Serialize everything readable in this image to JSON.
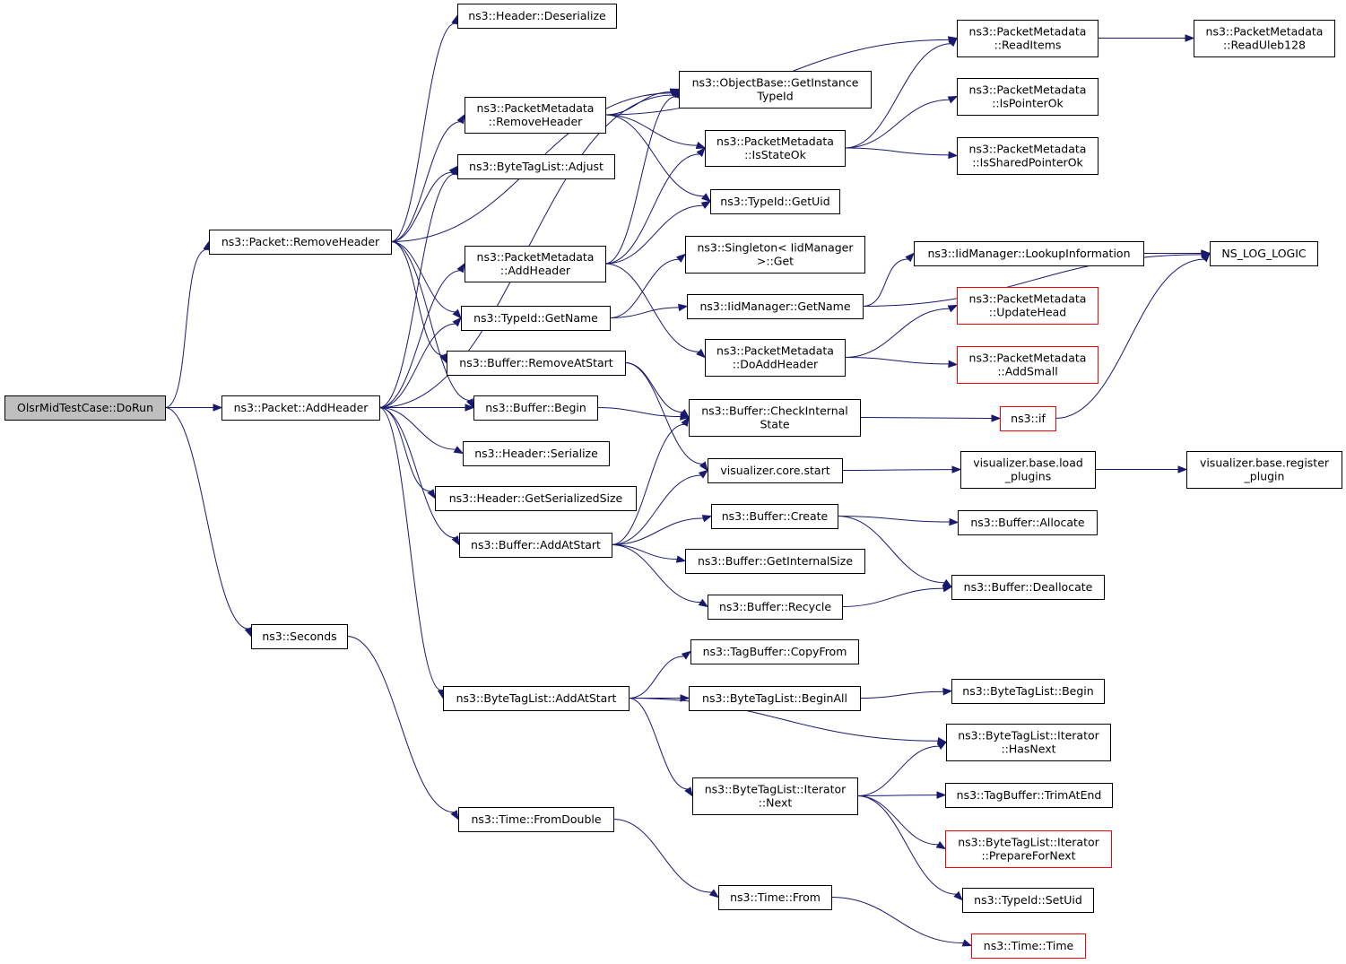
{
  "colors": {
    "edge": "#191970",
    "root_fill": "#bfbfbf",
    "truncated_border": "#ff0000",
    "node_border": "#000000"
  },
  "nodes": [
    {
      "id": "dorun",
      "lines": [
        "OlsrMidTestCase::DoRun"
      ],
      "root": true
    },
    {
      "id": "removeheader",
      "lines": [
        "ns3::Packet::RemoveHeader"
      ]
    },
    {
      "id": "addheader",
      "lines": [
        "ns3::Packet::AddHeader"
      ]
    },
    {
      "id": "seconds",
      "lines": [
        "ns3::Seconds"
      ]
    },
    {
      "id": "hdr_deser",
      "lines": [
        "ns3::Header::Deserialize"
      ]
    },
    {
      "id": "pm_remove",
      "lines": [
        "ns3::PacketMetadata",
        "::RemoveHeader"
      ]
    },
    {
      "id": "btl_adjust",
      "lines": [
        "ns3::ByteTagList::Adjust"
      ]
    },
    {
      "id": "pm_add",
      "lines": [
        "ns3::PacketMetadata",
        "::AddHeader"
      ]
    },
    {
      "id": "tid_getname",
      "lines": [
        "ns3::TypeId::GetName"
      ]
    },
    {
      "id": "buf_removeatstart",
      "lines": [
        "ns3::Buffer::RemoveAtStart"
      ]
    },
    {
      "id": "buf_begin",
      "lines": [
        "ns3::Buffer::Begin"
      ]
    },
    {
      "id": "hdr_serialize",
      "lines": [
        "ns3::Header::Serialize"
      ]
    },
    {
      "id": "hdr_getsize",
      "lines": [
        "ns3::Header::GetSerializedSize"
      ]
    },
    {
      "id": "buf_addatstart",
      "lines": [
        "ns3::Buffer::AddAtStart"
      ]
    },
    {
      "id": "btl_addatstart",
      "lines": [
        "ns3::ByteTagList::AddAtStart"
      ]
    },
    {
      "id": "time_fromdouble",
      "lines": [
        "ns3::Time::FromDouble"
      ]
    },
    {
      "id": "ob_getinst",
      "lines": [
        "ns3::ObjectBase::GetInstance",
        "TypeId"
      ]
    },
    {
      "id": "pm_isstateok",
      "lines": [
        "ns3::PacketMetadata",
        "::IsStateOk"
      ]
    },
    {
      "id": "tid_getuid",
      "lines": [
        "ns3::TypeId::GetUid"
      ]
    },
    {
      "id": "singleton_get",
      "lines": [
        "ns3::Singleton< IidManager",
        " >::Get"
      ]
    },
    {
      "id": "iid_getname",
      "lines": [
        "ns3::IidManager::GetName"
      ]
    },
    {
      "id": "pm_doadd",
      "lines": [
        "ns3::PacketMetadata",
        "::DoAddHeader"
      ]
    },
    {
      "id": "buf_checkinternal",
      "lines": [
        "ns3::Buffer::CheckInternal",
        "State"
      ]
    },
    {
      "id": "vis_start",
      "lines": [
        "visualizer.core.start"
      ]
    },
    {
      "id": "buf_create",
      "lines": [
        "ns3::Buffer::Create"
      ]
    },
    {
      "id": "buf_getinternalsize",
      "lines": [
        "ns3::Buffer::GetInternalSize"
      ]
    },
    {
      "id": "buf_recycle",
      "lines": [
        "ns3::Buffer::Recycle"
      ]
    },
    {
      "id": "tb_copyfrom",
      "lines": [
        "ns3::TagBuffer::CopyFrom"
      ]
    },
    {
      "id": "btl_beginall",
      "lines": [
        "ns3::ByteTagList::BeginAll"
      ]
    },
    {
      "id": "btl_it_next",
      "lines": [
        "ns3::ByteTagList::Iterator",
        "::Next"
      ]
    },
    {
      "id": "time_from",
      "lines": [
        "ns3::Time::From"
      ]
    },
    {
      "id": "pm_readitems",
      "lines": [
        "ns3::PacketMetadata",
        "::ReadItems"
      ]
    },
    {
      "id": "pm_ispointerok",
      "lines": [
        "ns3::PacketMetadata",
        "::IsPointerOk"
      ]
    },
    {
      "id": "pm_issharedptrok",
      "lines": [
        "ns3::PacketMetadata",
        "::IsSharedPointerOk"
      ]
    },
    {
      "id": "iid_lookup",
      "lines": [
        "ns3::IidManager::LookupInformation"
      ]
    },
    {
      "id": "pm_updatehead",
      "lines": [
        "ns3::PacketMetadata",
        "::UpdateHead"
      ],
      "truncated": true
    },
    {
      "id": "pm_addsmall",
      "lines": [
        "ns3::PacketMetadata",
        "::AddSmall"
      ],
      "truncated": true
    },
    {
      "id": "ns3_if",
      "lines": [
        "ns3::if"
      ],
      "truncated": true
    },
    {
      "id": "vis_loadplugins",
      "lines": [
        "visualizer.base.load",
        "_plugins"
      ]
    },
    {
      "id": "buf_allocate",
      "lines": [
        "ns3::Buffer::Allocate"
      ]
    },
    {
      "id": "buf_deallocate",
      "lines": [
        "ns3::Buffer::Deallocate"
      ]
    },
    {
      "id": "btl_begin",
      "lines": [
        "ns3::ByteTagList::Begin"
      ]
    },
    {
      "id": "btl_it_hasnext",
      "lines": [
        "ns3::ByteTagList::Iterator",
        "::HasNext"
      ]
    },
    {
      "id": "tb_trimatend",
      "lines": [
        "ns3::TagBuffer::TrimAtEnd"
      ]
    },
    {
      "id": "btl_it_prepare",
      "lines": [
        "ns3::ByteTagList::Iterator",
        "::PrepareForNext"
      ],
      "truncated": true
    },
    {
      "id": "tid_setuid",
      "lines": [
        "ns3::TypeId::SetUid"
      ]
    },
    {
      "id": "time_time",
      "lines": [
        "ns3::Time::Time"
      ],
      "truncated": true
    },
    {
      "id": "pm_readuleb",
      "lines": [
        "ns3::PacketMetadata",
        "::ReadUleb128"
      ]
    },
    {
      "id": "ns_log_logic",
      "lines": [
        "NS_LOG_LOGIC"
      ]
    },
    {
      "id": "vis_register",
      "lines": [
        "visualizer.base.register",
        "_plugin"
      ]
    }
  ],
  "edges": [
    [
      "dorun",
      "removeheader"
    ],
    [
      "dorun",
      "addheader"
    ],
    [
      "dorun",
      "seconds"
    ],
    [
      "removeheader",
      "hdr_deser"
    ],
    [
      "removeheader",
      "ob_getinst"
    ],
    [
      "removeheader",
      "pm_remove"
    ],
    [
      "removeheader",
      "btl_adjust"
    ],
    [
      "removeheader",
      "tid_getname"
    ],
    [
      "removeheader",
      "buf_removeatstart"
    ],
    [
      "removeheader",
      "buf_begin"
    ],
    [
      "addheader",
      "ob_getinst"
    ],
    [
      "addheader",
      "btl_adjust"
    ],
    [
      "addheader",
      "pm_add"
    ],
    [
      "addheader",
      "tid_getname"
    ],
    [
      "addheader",
      "buf_begin"
    ],
    [
      "addheader",
      "hdr_serialize"
    ],
    [
      "addheader",
      "hdr_getsize"
    ],
    [
      "addheader",
      "buf_addatstart"
    ],
    [
      "addheader",
      "btl_addatstart"
    ],
    [
      "seconds",
      "time_fromdouble"
    ],
    [
      "pm_remove",
      "pm_readitems"
    ],
    [
      "pm_remove",
      "ob_getinst"
    ],
    [
      "pm_remove",
      "pm_isstateok"
    ],
    [
      "pm_remove",
      "tid_getuid"
    ],
    [
      "pm_add",
      "ob_getinst"
    ],
    [
      "pm_add",
      "pm_isstateok"
    ],
    [
      "pm_add",
      "tid_getuid"
    ],
    [
      "pm_add",
      "pm_doadd"
    ],
    [
      "tid_getname",
      "singleton_get"
    ],
    [
      "tid_getname",
      "iid_getname"
    ],
    [
      "buf_removeatstart",
      "buf_checkinternal"
    ],
    [
      "buf_removeatstart",
      "vis_start"
    ],
    [
      "buf_begin",
      "buf_checkinternal"
    ],
    [
      "buf_addatstart",
      "buf_checkinternal"
    ],
    [
      "buf_addatstart",
      "vis_start"
    ],
    [
      "buf_addatstart",
      "buf_create"
    ],
    [
      "buf_addatstart",
      "buf_getinternalsize"
    ],
    [
      "buf_addatstart",
      "buf_recycle"
    ],
    [
      "btl_addatstart",
      "tb_copyfrom"
    ],
    [
      "btl_addatstart",
      "btl_beginall"
    ],
    [
      "btl_addatstart",
      "btl_it_hasnext"
    ],
    [
      "btl_addatstart",
      "btl_it_next"
    ],
    [
      "time_fromdouble",
      "time_from"
    ],
    [
      "pm_isstateok",
      "pm_readitems"
    ],
    [
      "pm_isstateok",
      "pm_ispointerok"
    ],
    [
      "pm_isstateok",
      "pm_issharedptrok"
    ],
    [
      "iid_getname",
      "ns_log_logic"
    ],
    [
      "iid_getname",
      "iid_lookup"
    ],
    [
      "pm_doadd",
      "pm_updatehead"
    ],
    [
      "pm_doadd",
      "pm_addsmall"
    ],
    [
      "buf_checkinternal",
      "ns3_if"
    ],
    [
      "vis_start",
      "vis_loadplugins"
    ],
    [
      "buf_create",
      "buf_allocate"
    ],
    [
      "buf_create",
      "buf_deallocate"
    ],
    [
      "buf_recycle",
      "buf_deallocate"
    ],
    [
      "btl_beginall",
      "btl_begin"
    ],
    [
      "btl_it_next",
      "btl_it_hasnext"
    ],
    [
      "btl_it_next",
      "tb_trimatend"
    ],
    [
      "btl_it_next",
      "btl_it_prepare"
    ],
    [
      "btl_it_next",
      "tid_setuid"
    ],
    [
      "time_from",
      "time_time"
    ],
    [
      "pm_readitems",
      "pm_readuleb"
    ],
    [
      "iid_lookup",
      "ns_log_logic"
    ],
    [
      "ns3_if",
      "ns_log_logic"
    ],
    [
      "vis_loadplugins",
      "vis_register"
    ]
  ]
}
